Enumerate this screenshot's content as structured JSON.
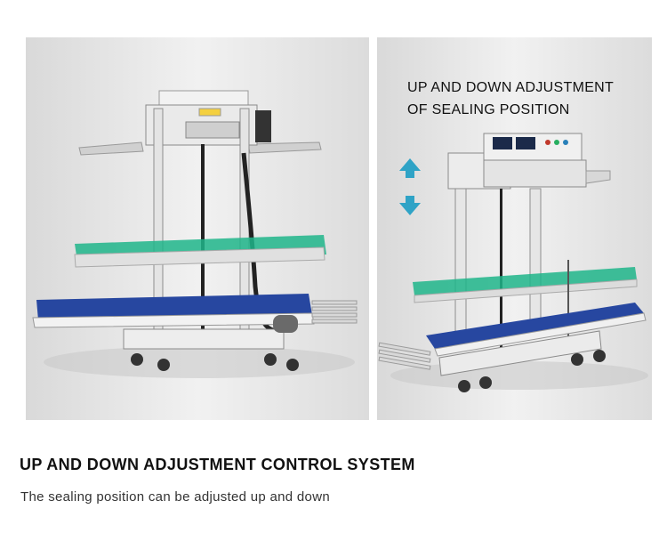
{
  "panel_right": {
    "callout_line1": "UP AND DOWN ADJUSTMENT",
    "callout_line2": "OF SEALING POSITION",
    "arrow_color": "#2fa3c6"
  },
  "caption": {
    "heading": "UP AND DOWN ADJUSTMENT CONTROL SYSTEM",
    "subtext": "The sealing position can be adjusted up and down"
  },
  "colors": {
    "conveyor_belt": "#2747a0",
    "guide_rail": "#1fb58a",
    "frame": "#e8e8e8"
  }
}
